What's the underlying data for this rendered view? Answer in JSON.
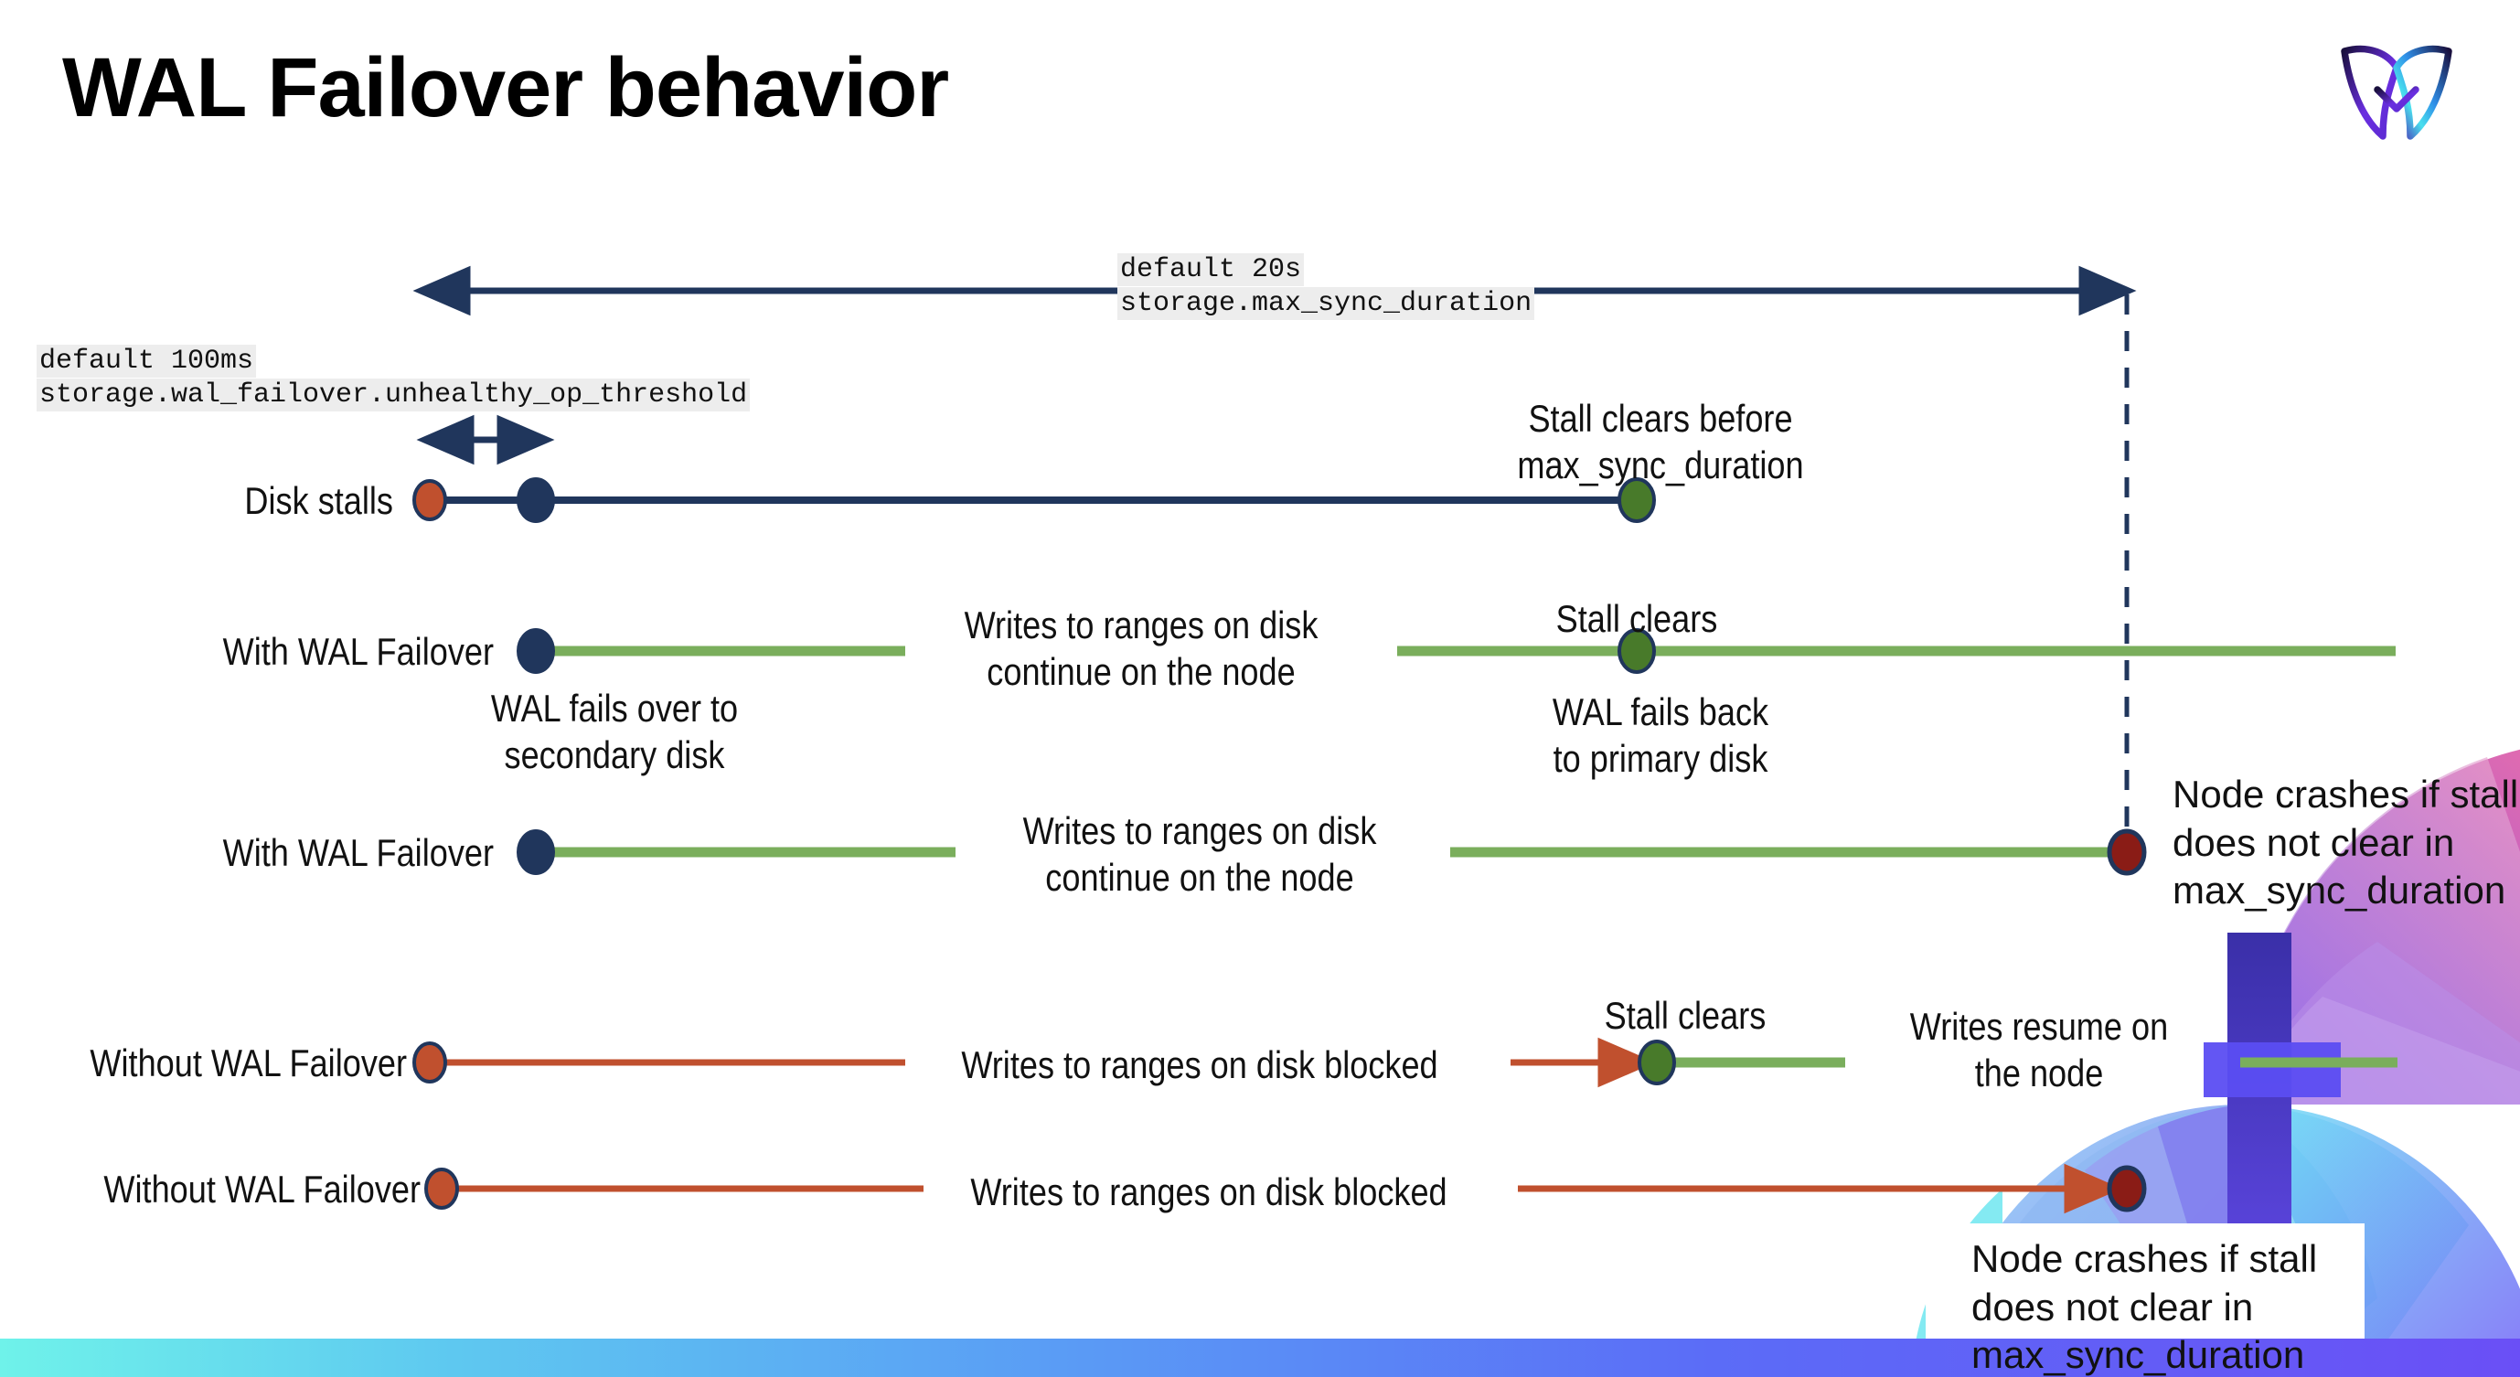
{
  "slide": {
    "title": "WAL Failover behavior",
    "logo_name": "cockroachdb-logo"
  },
  "colors": {
    "navy": "#20365c",
    "orange": "#c0502e",
    "green_line": "#7aae5c",
    "green_dot": "#487a2a",
    "dark_red": "#8a1c16",
    "chip_bg": "#ededed",
    "bar_gradient_start": "#6ff2ea",
    "bar_gradient_end": "#6a4ff6"
  },
  "annotations": {
    "max_sync": {
      "line1": "default 20s",
      "line2": "storage.max_sync_duration"
    },
    "unhealthy_op": {
      "line1": "default 100ms",
      "line2": "storage.wal_failover.unhealthy_op_threshold"
    }
  },
  "rows": [
    {
      "label": "Disk stalls",
      "notes": [
        {
          "line1": "Stall clears before",
          "line2": "max_sync_duration"
        }
      ]
    },
    {
      "label": "With WAL Failover",
      "notes": [
        {
          "line1": "Writes to ranges on disk",
          "line2": "continue on the node"
        },
        {
          "line1": "Stall clears",
          "line2": ""
        },
        {
          "line1": "WAL fails over to",
          "line2": "secondary disk"
        },
        {
          "line1": "WAL fails  back",
          "line2": "to primary disk"
        }
      ]
    },
    {
      "label": "With WAL Failover",
      "notes": [
        {
          "line1": "Writes to ranges on disk",
          "line2": "continue on the node"
        }
      ],
      "crash": {
        "line1": "Node crashes if stall",
        "line2": "does not clear in",
        "line3": "max_sync_duration"
      }
    },
    {
      "label": "Without WAL Failover",
      "notes": [
        {
          "line1": "Writes to ranges on disk  blocked",
          "line2": ""
        },
        {
          "line1": "Stall clears",
          "line2": ""
        },
        {
          "line1": "Writes resume on",
          "line2": "the node"
        }
      ]
    },
    {
      "label": "Without WAL Failover",
      "notes": [
        {
          "line1": "Writes to ranges on disk  blocked",
          "line2": ""
        }
      ],
      "crash": {
        "line1": "Node crashes if stall",
        "line2": "does not clear in",
        "line3": "max_sync_duration"
      }
    }
  ]
}
